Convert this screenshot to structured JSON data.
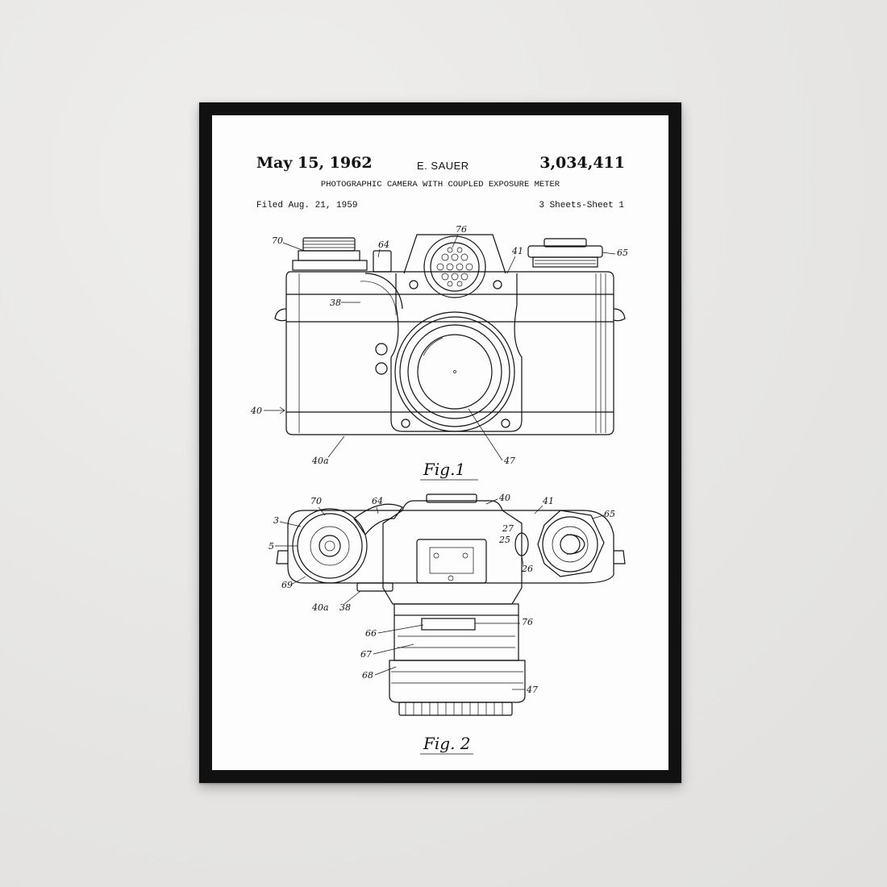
{
  "patent": {
    "date": "May 15, 1962",
    "inventor": "E. SAUER",
    "number": "3,034,411",
    "title": "PHOTOGRAPHIC CAMERA WITH COUPLED EXPOSURE METER",
    "filed": "Filed Aug. 21, 1959",
    "sheets": "3 Sheets-Sheet 1"
  },
  "figures": {
    "fig1": {
      "label": "Fig.1",
      "refs": {
        "r70": "70",
        "r64": "64",
        "r76": "76",
        "r41": "41",
        "r65": "65",
        "r38": "38",
        "r40": "40",
        "r40a": "40a",
        "r47": "47"
      }
    },
    "fig2": {
      "label": "Fig. 2",
      "refs": {
        "r3": "3",
        "r70": "70",
        "r64": "64",
        "r40": "40",
        "r41": "41",
        "r65": "65",
        "r5": "5",
        "r27": "27",
        "r25": "25",
        "r26": "26",
        "r69": "69",
        "r40a": "40a",
        "r38": "38",
        "r66": "66",
        "r76": "76",
        "r67": "67",
        "r68": "68",
        "r47": "47"
      }
    }
  },
  "colors": {
    "wall": "#e9e8e6",
    "frame": "#111111",
    "paper": "#fdfdfd",
    "ink": "#111111"
  }
}
